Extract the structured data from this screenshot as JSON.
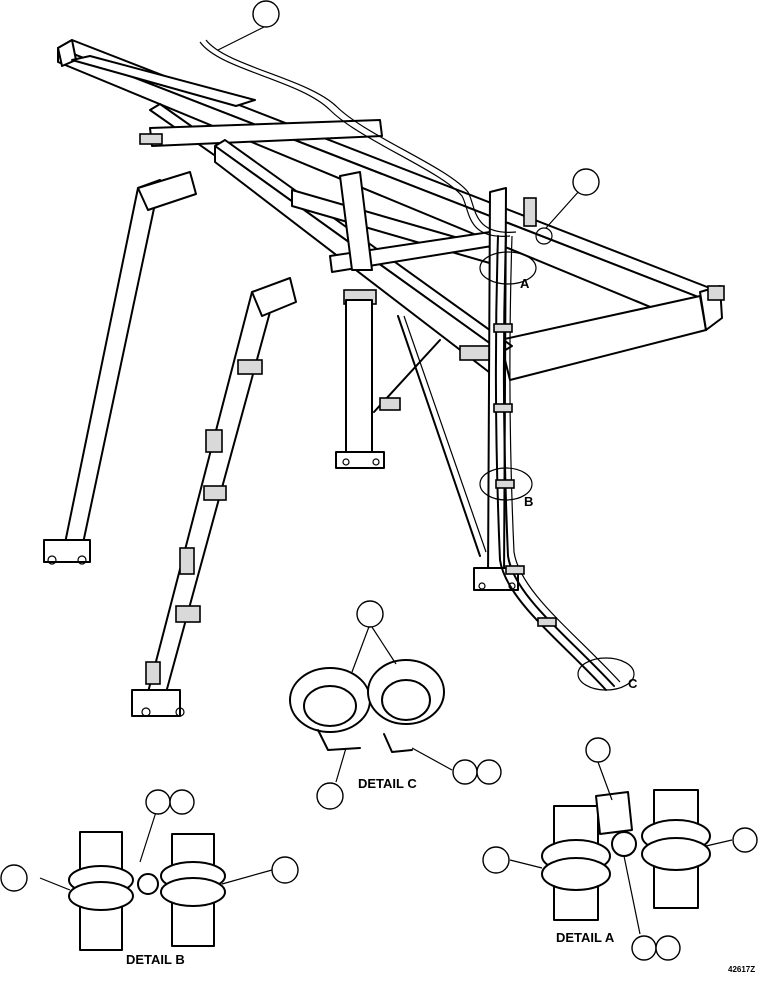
{
  "details": {
    "a": "DETAIL A",
    "b": "DETAIL B",
    "c": "DETAIL C"
  },
  "view_letters": {
    "a": "A",
    "b": "B",
    "c": "C"
  },
  "figure_number": "42617Z"
}
